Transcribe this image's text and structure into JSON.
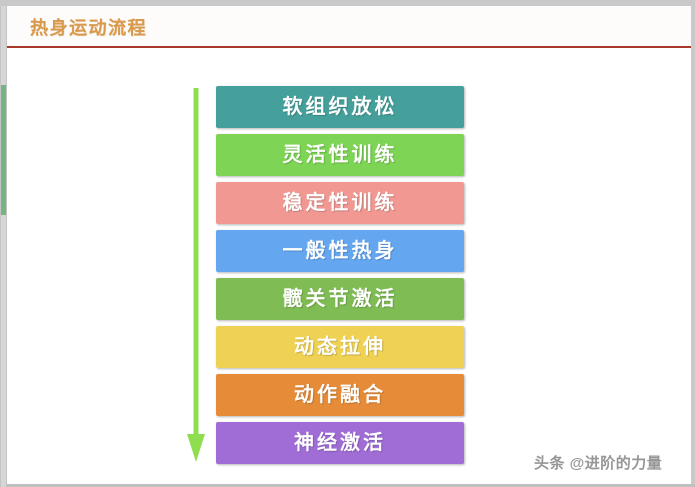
{
  "header": {
    "title": "热身运动流程",
    "title_color": "#d99a4e",
    "rule_color": "#a8392b"
  },
  "scrollbar": {
    "thumb_color": "#76b482"
  },
  "flow": {
    "arrow_color": "#8ede4f",
    "arrow_direction": "down",
    "steps": [
      {
        "label": "软组织放松",
        "color": "#45a09b"
      },
      {
        "label": "灵活性训练",
        "color": "#7dd455"
      },
      {
        "label": "稳定性训练",
        "color": "#f19892"
      },
      {
        "label": "一般性热身",
        "color": "#64a6f0"
      },
      {
        "label": "髋关节激活",
        "color": "#7fbc54"
      },
      {
        "label": "动态拉伸",
        "color": "#efd153"
      },
      {
        "label": "动作融合",
        "color": "#e68b38"
      },
      {
        "label": "神经激活",
        "color": "#a06cd5"
      }
    ]
  },
  "watermark": {
    "text": "头条 @进阶的力量",
    "color": "#8e8e8e"
  }
}
